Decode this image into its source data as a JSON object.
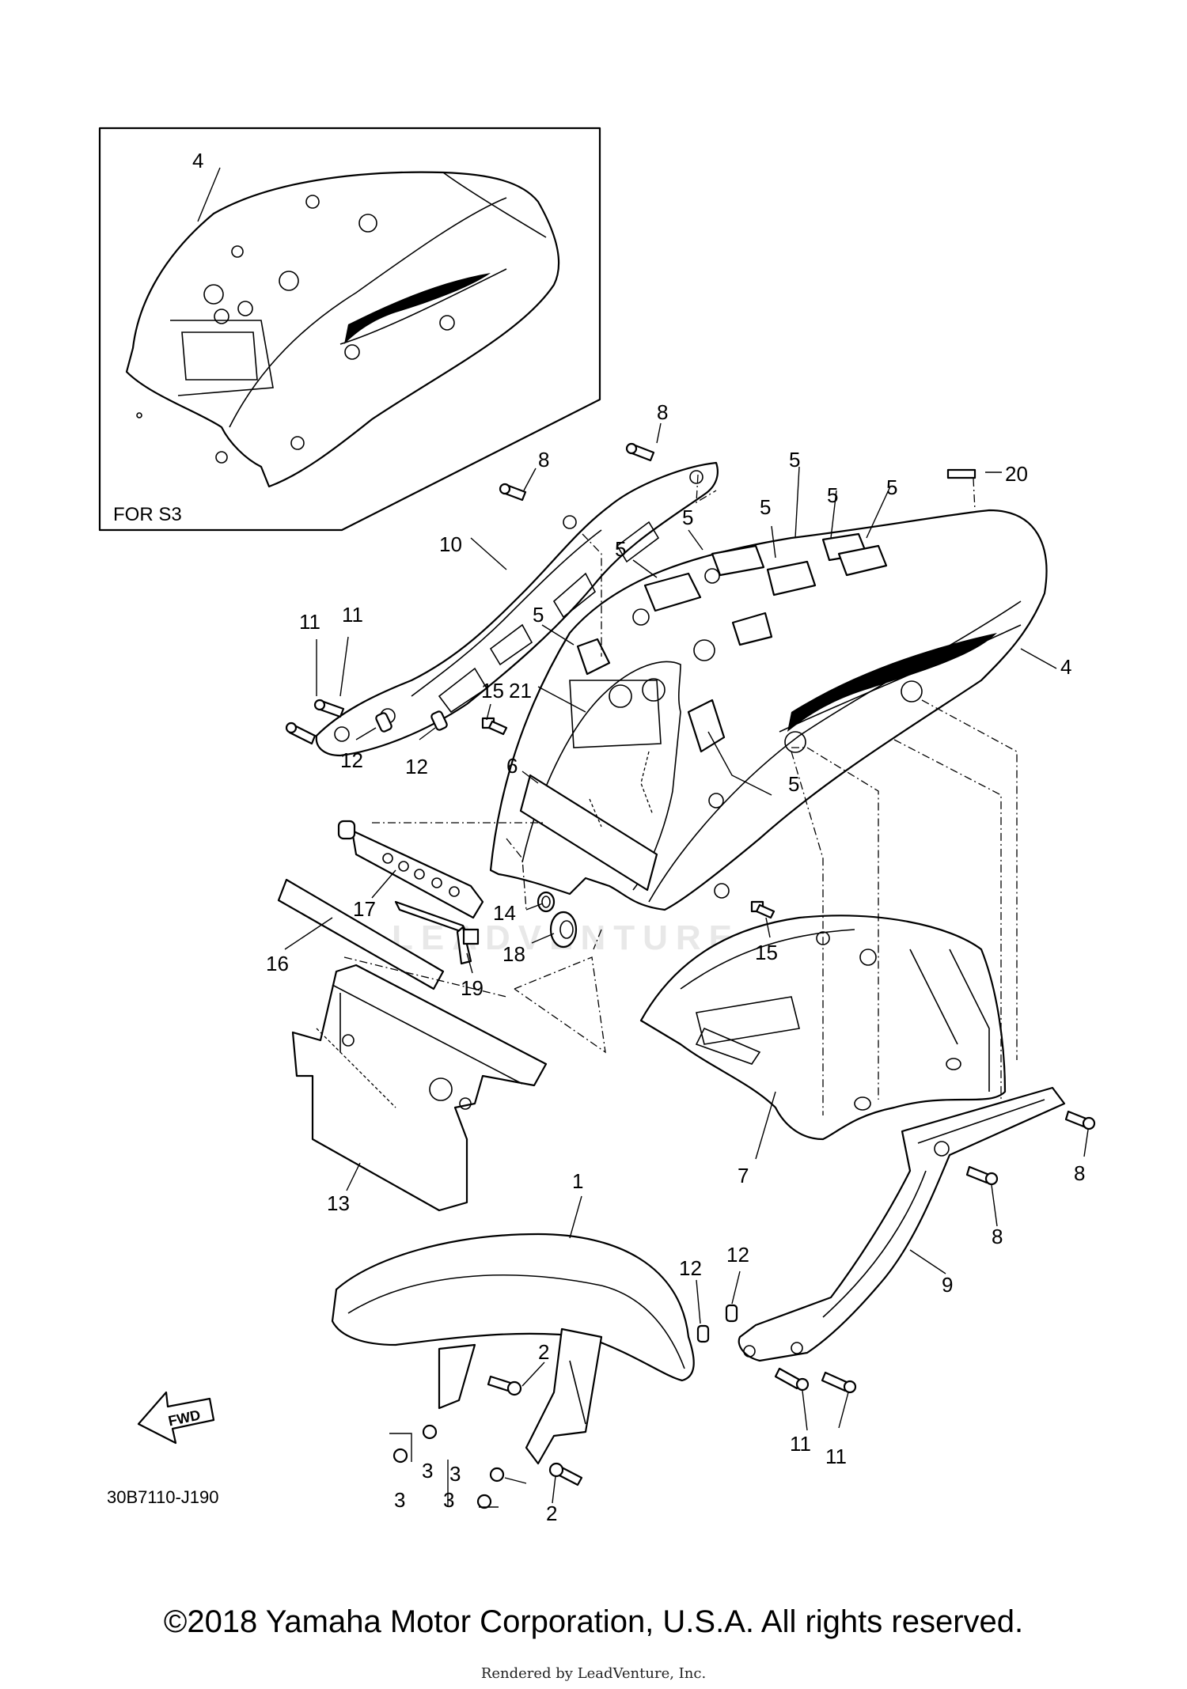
{
  "inset": {
    "label": "FOR S3",
    "callout": "4"
  },
  "callouts": [
    {
      "id": "c4-inset",
      "text": "4"
    },
    {
      "id": "c8a",
      "text": "8"
    },
    {
      "id": "c8b",
      "text": "8"
    },
    {
      "id": "c20",
      "text": "20"
    },
    {
      "id": "c5a",
      "text": "5"
    },
    {
      "id": "c5b",
      "text": "5"
    },
    {
      "id": "c5c",
      "text": "5"
    },
    {
      "id": "c5d",
      "text": "5"
    },
    {
      "id": "c5e",
      "text": "5"
    },
    {
      "id": "c5f",
      "text": "5"
    },
    {
      "id": "c5g",
      "text": "5"
    },
    {
      "id": "c5h",
      "text": "5"
    },
    {
      "id": "c10",
      "text": "10"
    },
    {
      "id": "c11a",
      "text": "11"
    },
    {
      "id": "c11b",
      "text": "11"
    },
    {
      "id": "c4",
      "text": "4"
    },
    {
      "id": "c21",
      "text": "21"
    },
    {
      "id": "c15a",
      "text": "15"
    },
    {
      "id": "c12a",
      "text": "12"
    },
    {
      "id": "c12b",
      "text": "12"
    },
    {
      "id": "c6",
      "text": "6"
    },
    {
      "id": "c17",
      "text": "17"
    },
    {
      "id": "c14",
      "text": "14"
    },
    {
      "id": "c15b",
      "text": "15"
    },
    {
      "id": "c18",
      "text": "18"
    },
    {
      "id": "c19",
      "text": "19"
    },
    {
      "id": "c16",
      "text": "16"
    },
    {
      "id": "c7",
      "text": "7"
    },
    {
      "id": "c8c",
      "text": "8"
    },
    {
      "id": "c8d",
      "text": "8"
    },
    {
      "id": "c13",
      "text": "13"
    },
    {
      "id": "c1",
      "text": "1"
    },
    {
      "id": "c9",
      "text": "9"
    },
    {
      "id": "c12c",
      "text": "12"
    },
    {
      "id": "c12d",
      "text": "12"
    },
    {
      "id": "c2a",
      "text": "2"
    },
    {
      "id": "c2b",
      "text": "2"
    },
    {
      "id": "c3a",
      "text": "3"
    },
    {
      "id": "c3b",
      "text": "3"
    },
    {
      "id": "c3c",
      "text": "3"
    },
    {
      "id": "c3d",
      "text": "3"
    },
    {
      "id": "c11c",
      "text": "11"
    },
    {
      "id": "c11d",
      "text": "11"
    }
  ],
  "fwd_label": "FWD",
  "diagram_code": "30B7110-J190",
  "watermark": "LEADVENTURE",
  "copyright": "©2018 Yamaha Motor Corporation, U.S.A. All rights reserved.",
  "rendered_by": "Rendered by LeadVenture, Inc."
}
